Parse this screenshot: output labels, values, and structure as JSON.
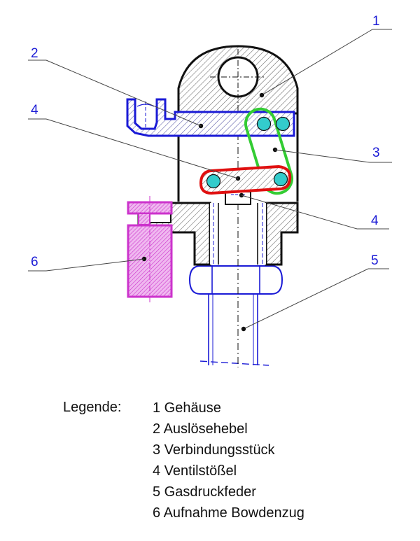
{
  "callouts": [
    "1",
    "2",
    "3",
    "4",
    "4",
    "5",
    "6"
  ],
  "legend": {
    "title": "Legende:",
    "items": [
      "1 Gehäuse",
      "2 Auslösehebel",
      "3 Verbindungsstück",
      "4 Ventilstößel",
      "5 Gasdruckfeder",
      "6 Aufnahme Bowdenzug"
    ]
  },
  "colors": {
    "housing": "#111111",
    "lever": "#1a1ad6",
    "connector": "#33cc33",
    "plunger": "#e01010",
    "pin": "#33cccc",
    "cable_mount": "#cc33cc",
    "label_blue": "#1a1ad6"
  }
}
